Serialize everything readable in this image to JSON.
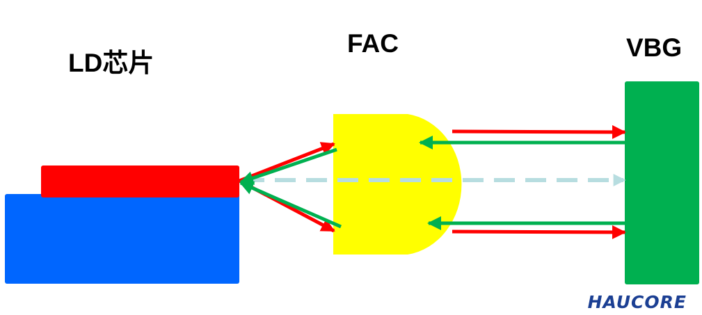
{
  "labels": {
    "ld_chip": "LD芯片",
    "fac": "FAC",
    "vbg": "VBG"
  },
  "watermark": "HAUCORE",
  "colors": {
    "substrate": "#0066ff",
    "ld_chip": "#ff0000",
    "fac_lens": "#ffff00",
    "vbg": "#00b050",
    "emitted_beam": "#ff0000",
    "feedback_beam": "#00b050",
    "collimated_path": "#b7dde0",
    "watermark": "#1b3f93"
  },
  "icons": [
    "arrow-right-icon",
    "arrow-left-icon"
  ]
}
